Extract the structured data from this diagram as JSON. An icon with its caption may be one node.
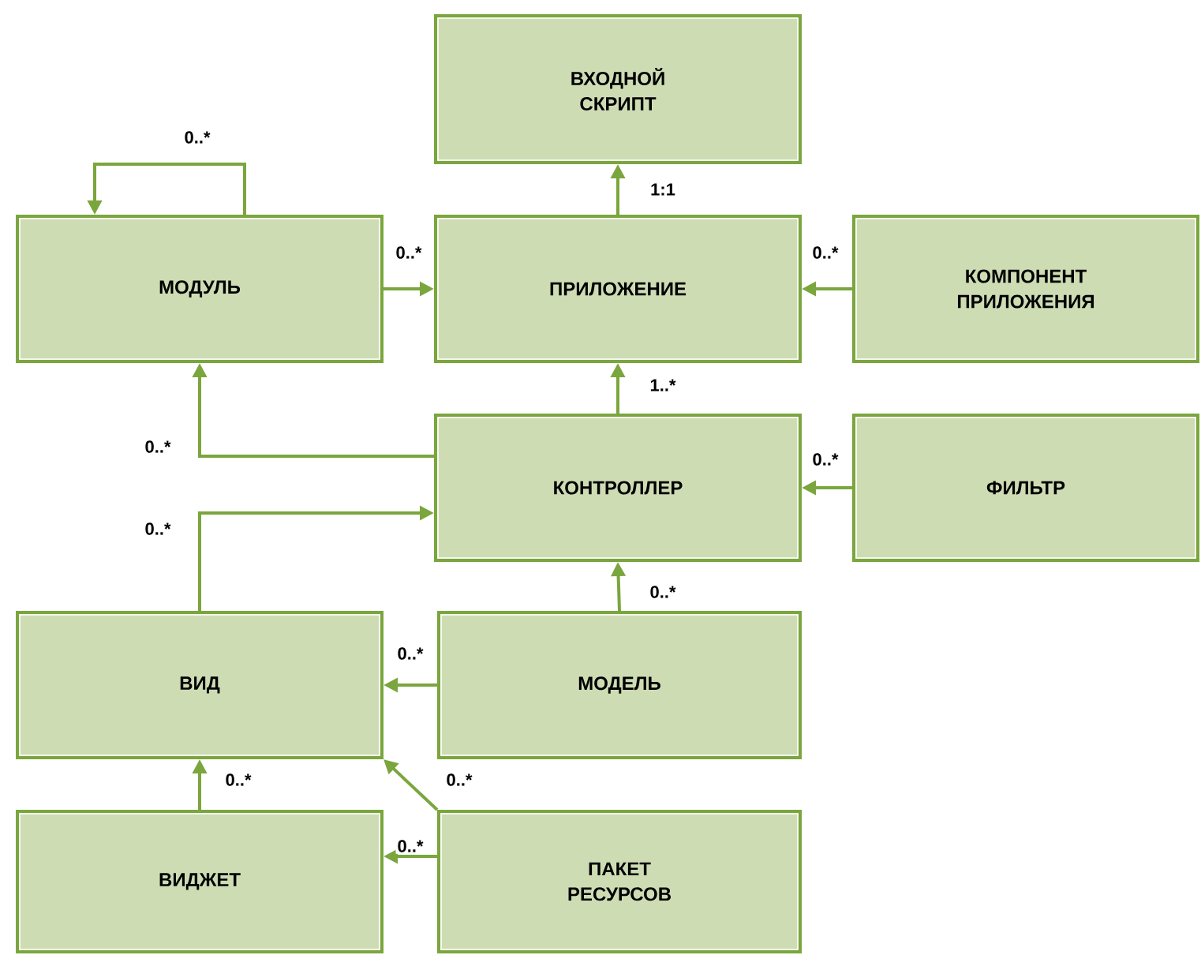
{
  "diagram": {
    "nodes": [
      {
        "text": [
          "ВХОДНОЙ СКРИПТ"
        ]
      },
      {
        "text": [
          "МОДУЛЬ"
        ]
      },
      {
        "text": [
          "ПРИЛОЖЕНИЕ"
        ]
      },
      {
        "text": [
          "КОМПОНЕНТ ПРИЛОЖЕНИЯ"
        ]
      },
      {
        "text": [
          "КОНТРОЛЛЕР"
        ]
      },
      {
        "text": [
          "ФИЛЬТР"
        ]
      },
      {
        "text": [
          "ВИД"
        ]
      },
      {
        "text": [
          "МОДЕЛЬ"
        ]
      },
      {
        "text": [
          "ВИДЖЕТ"
        ]
      },
      {
        "text": [
          "ПАКЕТ РЕСУРСОВ"
        ]
      }
    ],
    "edges": [
      {
        "from": 1,
        "to": 1,
        "arrow": "to",
        "label": "0..*"
      },
      {
        "from": 1,
        "to": 2,
        "arrow": "to",
        "label": "0..*"
      },
      {
        "from": 2,
        "to": 0,
        "arrow": "to",
        "label": "1:1"
      },
      {
        "from": 3,
        "to": 2,
        "arrow": "to",
        "label": "0..*"
      },
      {
        "from": 4,
        "to": 2,
        "arrow": "to",
        "label": "1..*"
      },
      {
        "from": 4,
        "to": 1,
        "arrow": "to",
        "label": "0..*"
      },
      {
        "from": 6,
        "to": 4,
        "arrow": "to",
        "label": "0..*"
      },
      {
        "from": 5,
        "to": 4,
        "arrow": "to",
        "label": "0..*"
      },
      {
        "from": 7,
        "to": 4,
        "arrow": "to",
        "label": "0..*"
      },
      {
        "from": 7,
        "to": 6,
        "arrow": "to",
        "label": "0..*"
      },
      {
        "from": 9,
        "to": 6,
        "arrow": "to",
        "label": "0..*"
      },
      {
        "from": 8,
        "to": 6,
        "arrow": "to",
        "label": "0..*"
      },
      {
        "from": 9,
        "to": 8,
        "arrow": "to",
        "label": "0..*"
      }
    ]
  }
}
